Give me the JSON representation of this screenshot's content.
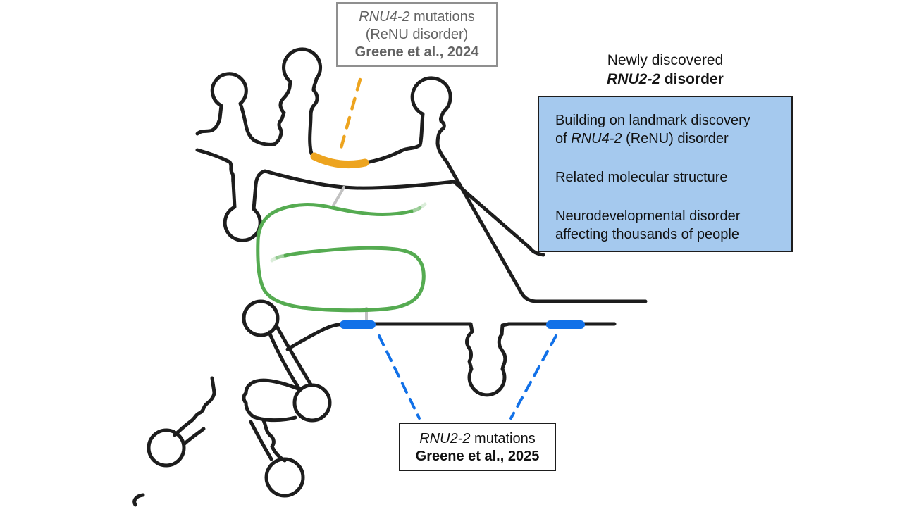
{
  "figure": {
    "top_label": {
      "gene": "RNU4-2",
      "line1_rest": " mutations",
      "line2": "(ReNU disorder)",
      "citation": "Greene et al., 2024"
    },
    "header": {
      "line1": "Newly discovered",
      "gene": "RNU2-2",
      "line2_rest": " disorder"
    },
    "info_box": {
      "para1_line1": "Building on landmark discovery",
      "para1_line2_pre": "of ",
      "para1_gene": "RNU4-2",
      "para1_line2_post": " (ReNU) disorder",
      "para2": "Related molecular structure",
      "para3_line1": "Neurodevelopmental disorder",
      "para3_line2": "affecting thousands of people"
    },
    "bottom_label": {
      "gene": "RNU2-2",
      "line1_rest": " mutations",
      "citation": "Greene et al., 2025"
    },
    "colors": {
      "structure_black": "#1d1d1d",
      "highlight_orange": "#EDA41F",
      "highlight_blue": "#1271E8",
      "structure_green": "#55AB51",
      "connector_gray": "#C2C2C2",
      "info_box_bg": "#A5C9EE",
      "top_label_text": "#636363",
      "top_label_border": "#8F8F8F"
    }
  }
}
